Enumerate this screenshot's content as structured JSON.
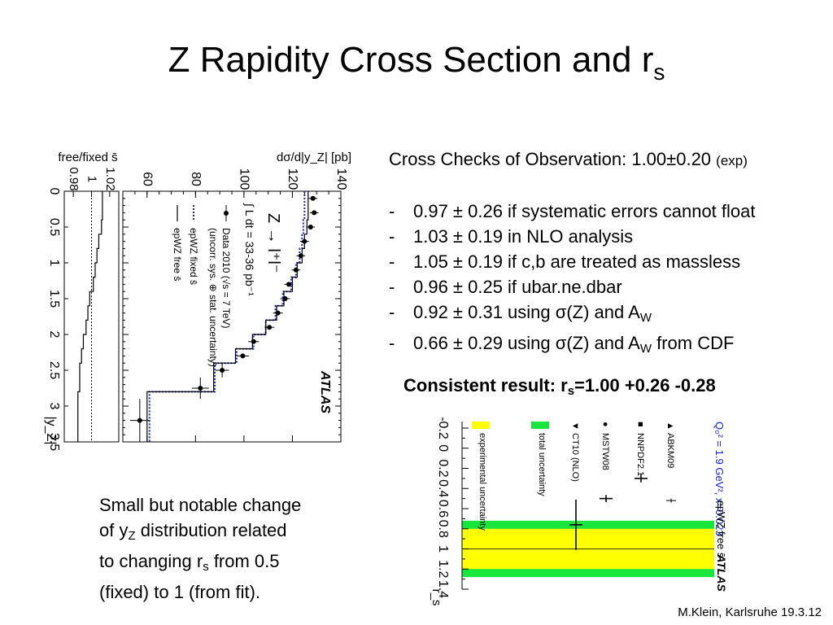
{
  "slide": {
    "title": "Z Rapidity Cross Section and r",
    "title_sub": "s",
    "footer": "M.Klein, Karlsruhe 19.3.12"
  },
  "checks": {
    "heading": "Cross Checks of Observation: 1.00±0.20",
    "heading_small": "(exp)",
    "dash": "-",
    "items": [
      {
        "text": "0.97 ± 0.26 if systematic errors cannot float"
      },
      {
        "text": "1.03 ± 0.19 in NLO analysis"
      },
      {
        "text": "1.05 ± 0.19 if c,b are treated as massless"
      },
      {
        "text": "0.96 ± 0.25 if ubar.ne.dbar"
      },
      {
        "pre": "0.92 ± 0.31 using σ(Z) and A",
        "sub": "W",
        "post": ""
      },
      {
        "pre": "0.66 ± 0.29 using σ(Z) and A",
        "sub": "W",
        "post": " from CDF"
      }
    ]
  },
  "consistent": {
    "pre": "Consistent result: r",
    "sub": "s",
    "post": "=1.00 +0.26 -0.28"
  },
  "note": {
    "line1": "Small but notable change",
    "line2_pre": "of y",
    "line2_sub": "Z",
    "line2_post": " distribution related",
    "line3_pre": "to changing r",
    "line3_sub": "s",
    "line3_post": " from 0.5",
    "line4": "(fixed) to 1 (from fit)."
  },
  "chart_data": [
    {
      "type": "line",
      "orientation": "rotated-90",
      "title": "",
      "xlabel": "|y_Z|",
      "ylabel": "dσ/d|y_Z| [pb]",
      "ratio_label": "free/fixed s̄",
      "xlim": [
        0,
        3.5
      ],
      "ylim": [
        50,
        140
      ],
      "ratio_ylim": [
        0.97,
        1.03
      ],
      "x_ticks": [
        "0",
        "0.5",
        "1",
        "1.5",
        "2",
        "2.5",
        "3",
        "3.5"
      ],
      "y_ticks": [
        "60",
        "80",
        "100",
        "120",
        "140"
      ],
      "ratio_ticks": [
        "0.98",
        "1",
        "1.02"
      ],
      "atlas_label": "ATLAS",
      "channel": "Z → l⁺l⁻",
      "lumi": "∫ L dt = 33-36 pb⁻¹",
      "legend": [
        "Data 2010 (√s = 7 TeV)",
        "(uncorr. sys. ⊕ stat. uncertainty)",
        "epWZ fixed s̄",
        "epWZ free s̄"
      ],
      "data_points": [
        {
          "y": 0.1,
          "xs": 128.5,
          "ys": 1.8
        },
        {
          "y": 0.3,
          "xs": 129.0,
          "ys": 1.8
        },
        {
          "y": 0.5,
          "xs": 127.5,
          "ys": 1.8
        },
        {
          "y": 0.7,
          "xs": 125.0,
          "ys": 1.8
        },
        {
          "y": 0.9,
          "xs": 123.5,
          "ys": 1.8
        },
        {
          "y": 1.1,
          "xs": 121.5,
          "ys": 1.8
        },
        {
          "y": 1.3,
          "xs": 118.5,
          "ys": 1.8
        },
        {
          "y": 1.5,
          "xs": 117.0,
          "ys": 2.0
        },
        {
          "y": 1.7,
          "xs": 114.0,
          "ys": 2.0
        },
        {
          "y": 1.9,
          "xs": 110.5,
          "ys": 2.0
        },
        {
          "y": 2.1,
          "xs": 104.0,
          "ys": 2.2
        },
        {
          "y": 2.3,
          "xs": 99.5,
          "ys": 2.5
        },
        {
          "y": 2.5,
          "xs": 91.0,
          "ys": 2.8,
          "xerr": 0.1
        },
        {
          "y": 2.75,
          "xs": 82.0,
          "ys": 3.5,
          "xerr": 0.15
        },
        {
          "y": 3.2,
          "xs": 57.0,
          "ys": 4.0,
          "xerr": 0.3
        }
      ],
      "series": [
        {
          "name": "epWZ fixed s̄",
          "style": "dotted",
          "color": "#1b27c8",
          "bins": [
            {
              "lo": 0.0,
              "hi": 0.2,
              "v": 125.0
            },
            {
              "lo": 0.2,
              "hi": 0.4,
              "v": 125.0
            },
            {
              "lo": 0.4,
              "hi": 0.6,
              "v": 124.5
            },
            {
              "lo": 0.6,
              "hi": 0.8,
              "v": 124.0
            },
            {
              "lo": 0.8,
              "hi": 1.0,
              "v": 123.0
            },
            {
              "lo": 1.0,
              "hi": 1.2,
              "v": 121.5
            },
            {
              "lo": 1.2,
              "hi": 1.4,
              "v": 119.5
            },
            {
              "lo": 1.4,
              "hi": 1.6,
              "v": 116.0
            },
            {
              "lo": 1.6,
              "hi": 1.8,
              "v": 113.0
            },
            {
              "lo": 1.8,
              "hi": 2.0,
              "v": 109.0
            },
            {
              "lo": 2.0,
              "hi": 2.2,
              "v": 104.0
            },
            {
              "lo": 2.2,
              "hi": 2.4,
              "v": 97.0
            },
            {
              "lo": 2.4,
              "hi": 2.8,
              "v": 88.0
            },
            {
              "lo": 2.8,
              "hi": 3.6,
              "v": 61.0
            }
          ]
        },
        {
          "name": "epWZ free s̄",
          "style": "solid",
          "color": "#000000",
          "bins": [
            {
              "lo": 0.0,
              "hi": 0.2,
              "v": 126.5
            },
            {
              "lo": 0.2,
              "hi": 0.4,
              "v": 126.5
            },
            {
              "lo": 0.4,
              "hi": 0.6,
              "v": 126.0
            },
            {
              "lo": 0.6,
              "hi": 0.8,
              "v": 125.0
            },
            {
              "lo": 0.8,
              "hi": 1.0,
              "v": 124.0
            },
            {
              "lo": 1.0,
              "hi": 1.2,
              "v": 122.0
            },
            {
              "lo": 1.2,
              "hi": 1.4,
              "v": 120.0
            },
            {
              "lo": 1.4,
              "hi": 1.6,
              "v": 116.5
            },
            {
              "lo": 1.6,
              "hi": 1.8,
              "v": 113.5
            },
            {
              "lo": 1.8,
              "hi": 2.0,
              "v": 109.0
            },
            {
              "lo": 2.0,
              "hi": 2.2,
              "v": 103.5
            },
            {
              "lo": 2.2,
              "hi": 2.4,
              "v": 96.5
            },
            {
              "lo": 2.4,
              "hi": 2.8,
              "v": 87.5
            },
            {
              "lo": 2.8,
              "hi": 3.6,
              "v": 60.0
            }
          ]
        }
      ],
      "ratio_bins": [
        {
          "lo": 0.0,
          "hi": 0.2,
          "v": 1.012
        },
        {
          "lo": 0.2,
          "hi": 0.4,
          "v": 1.012
        },
        {
          "lo": 0.4,
          "hi": 0.6,
          "v": 1.011
        },
        {
          "lo": 0.6,
          "hi": 0.8,
          "v": 1.008
        },
        {
          "lo": 0.8,
          "hi": 1.0,
          "v": 1.006
        },
        {
          "lo": 1.0,
          "hi": 1.2,
          "v": 1.004
        },
        {
          "lo": 1.2,
          "hi": 1.4,
          "v": 1.002
        },
        {
          "lo": 1.4,
          "hi": 1.6,
          "v": 0.998
        },
        {
          "lo": 1.6,
          "hi": 1.8,
          "v": 0.996
        },
        {
          "lo": 1.8,
          "hi": 2.0,
          "v": 0.994
        },
        {
          "lo": 2.0,
          "hi": 2.2,
          "v": 0.991
        },
        {
          "lo": 2.2,
          "hi": 2.4,
          "v": 0.989
        },
        {
          "lo": 2.4,
          "hi": 2.8,
          "v": 0.987
        },
        {
          "lo": 2.8,
          "hi": 3.6,
          "v": 0.985
        }
      ]
    },
    {
      "type": "scatter",
      "orientation": "rotated-90",
      "title": "",
      "xlabel": "r_s",
      "xlim": [
        -0.2,
        1.4
      ],
      "x_ticks": [
        "-0.2",
        "0",
        "0.2",
        "0.4",
        "0.6",
        "0.8",
        "1",
        "1.2",
        "1.4"
      ],
      "header": "Q₀² = 1.9 GeV², x=0.023",
      "atlas_label": "ATLAS",
      "band_label": "epWZ free s̄",
      "band_center": 1.0,
      "band_exp": [
        0.8,
        1.2
      ],
      "band_total": [
        0.72,
        1.28
      ],
      "legend": [
        {
          "name": "ABKM09",
          "marker": "triangle"
        },
        {
          "name": "NNPDF2.1",
          "marker": "square"
        },
        {
          "name": "MSTW08",
          "marker": "circle"
        },
        {
          "name": "CT10 (NLO)",
          "marker": "triangle-down"
        },
        {
          "name": "total uncertainty",
          "marker": "green-box"
        },
        {
          "name": "experimental uncertainty",
          "marker": "yellow-box"
        }
      ],
      "points": [
        {
          "name": "ABKM09",
          "value": 0.52,
          "err": 0.02
        },
        {
          "name": "NNPDF2.1",
          "value": 0.3,
          "err": 0.04
        },
        {
          "name": "MSTW08",
          "value": 0.5,
          "err": 0.035
        },
        {
          "name": "CT10 (NLO)",
          "value": 0.76,
          "err": 0.25
        }
      ],
      "colors": {
        "total": "#17e63c",
        "exp": "#ffff00",
        "header": "#1a22dd"
      }
    }
  ]
}
